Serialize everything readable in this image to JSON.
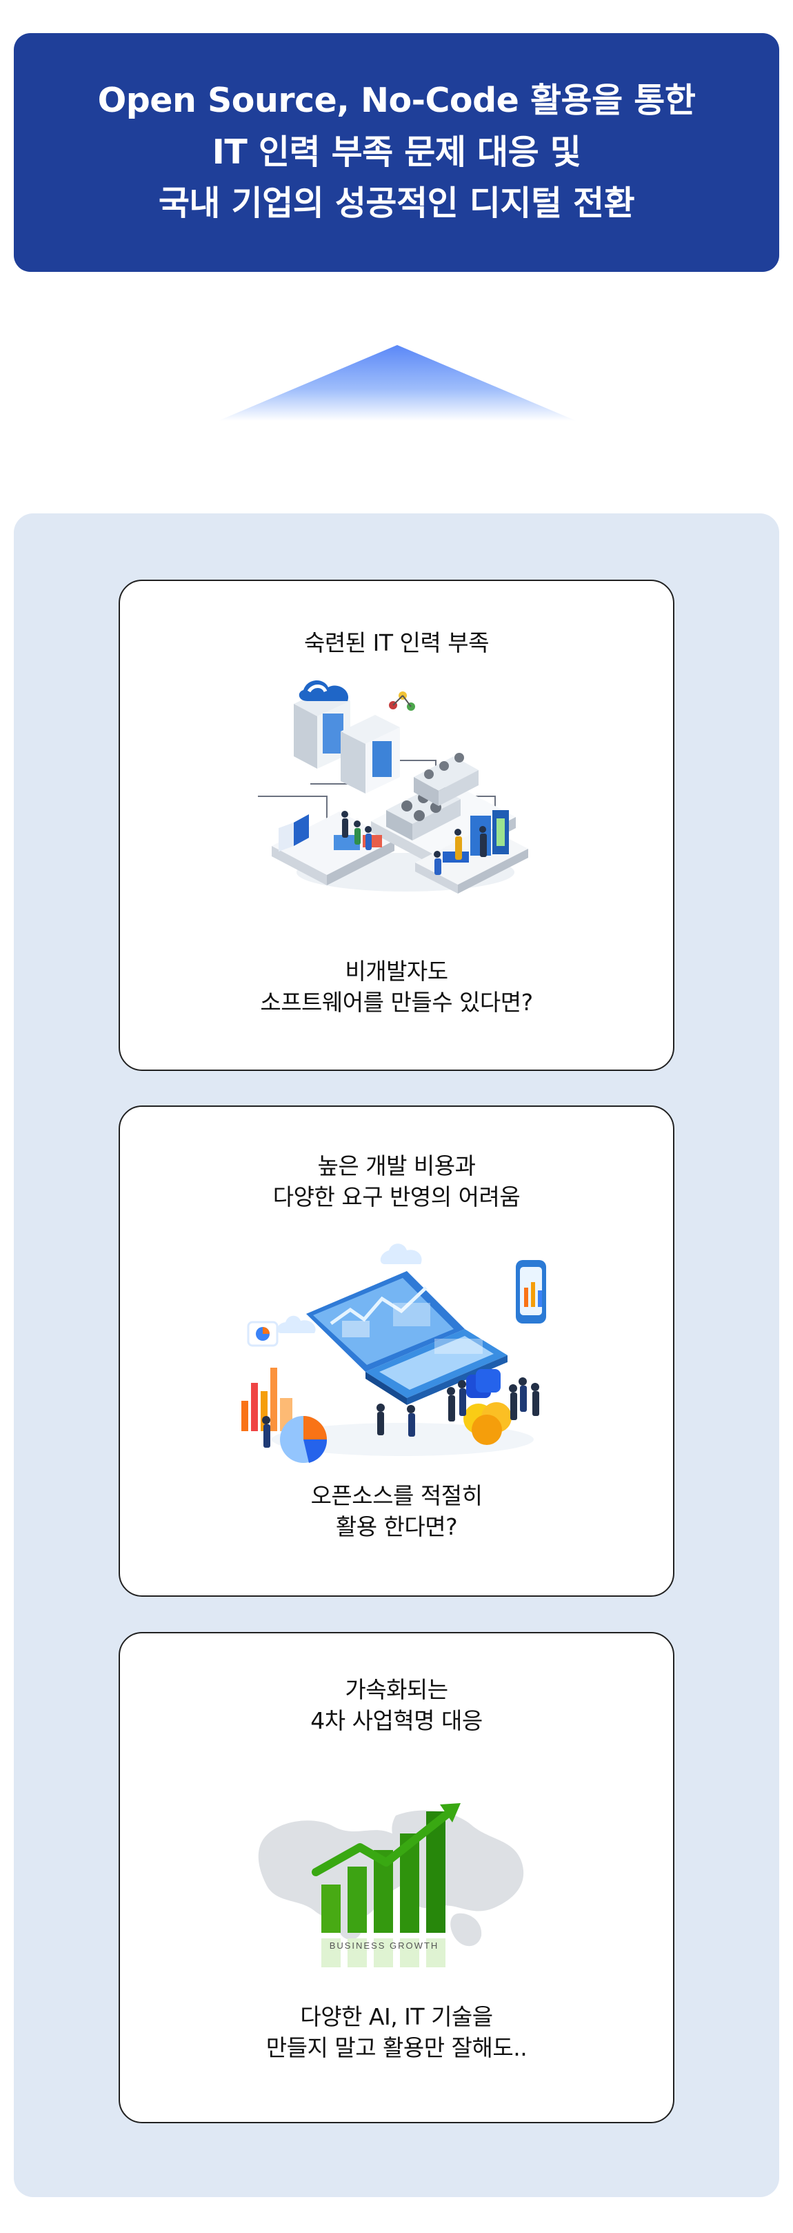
{
  "hero": {
    "line1": "Open Source, No-Code 활용을 통한",
    "line2": "IT 인력 부족 문제 대응 및",
    "line3": "국내 기업의 성공적인 디지털 전환",
    "background_color": "#1f3f99"
  },
  "arrow": {
    "icon": "up-chevron-icon",
    "color_top": "#5b88f7",
    "color_bottom": "#ffffff"
  },
  "panel": {
    "background_color": "#dfe8f4"
  },
  "cards": [
    {
      "title_lines": [
        "숙련된 IT 인력 부족"
      ],
      "illustration": "isometric-it-infrastructure-illustration",
      "caption_lines": [
        "비개발자도",
        "소프트웨어를 만들수 있다면?"
      ]
    },
    {
      "title_lines": [
        "높은 개발 비용과",
        "다양한 요구 반영의 어려움"
      ],
      "illustration": "laptop-data-analytics-illustration",
      "caption_lines": [
        "오픈소스를 적절히",
        "활용 한다면?"
      ]
    },
    {
      "title_lines": [
        "가속화되는",
        "4차 사업혁명 대응"
      ],
      "illustration": "business-growth-chart-illustration",
      "illustration_text": "BUSINESS GROWTH",
      "caption_lines": [
        "다양한 AI, IT 기술을",
        "만들지 말고 활용만 잘해도.."
      ]
    }
  ]
}
